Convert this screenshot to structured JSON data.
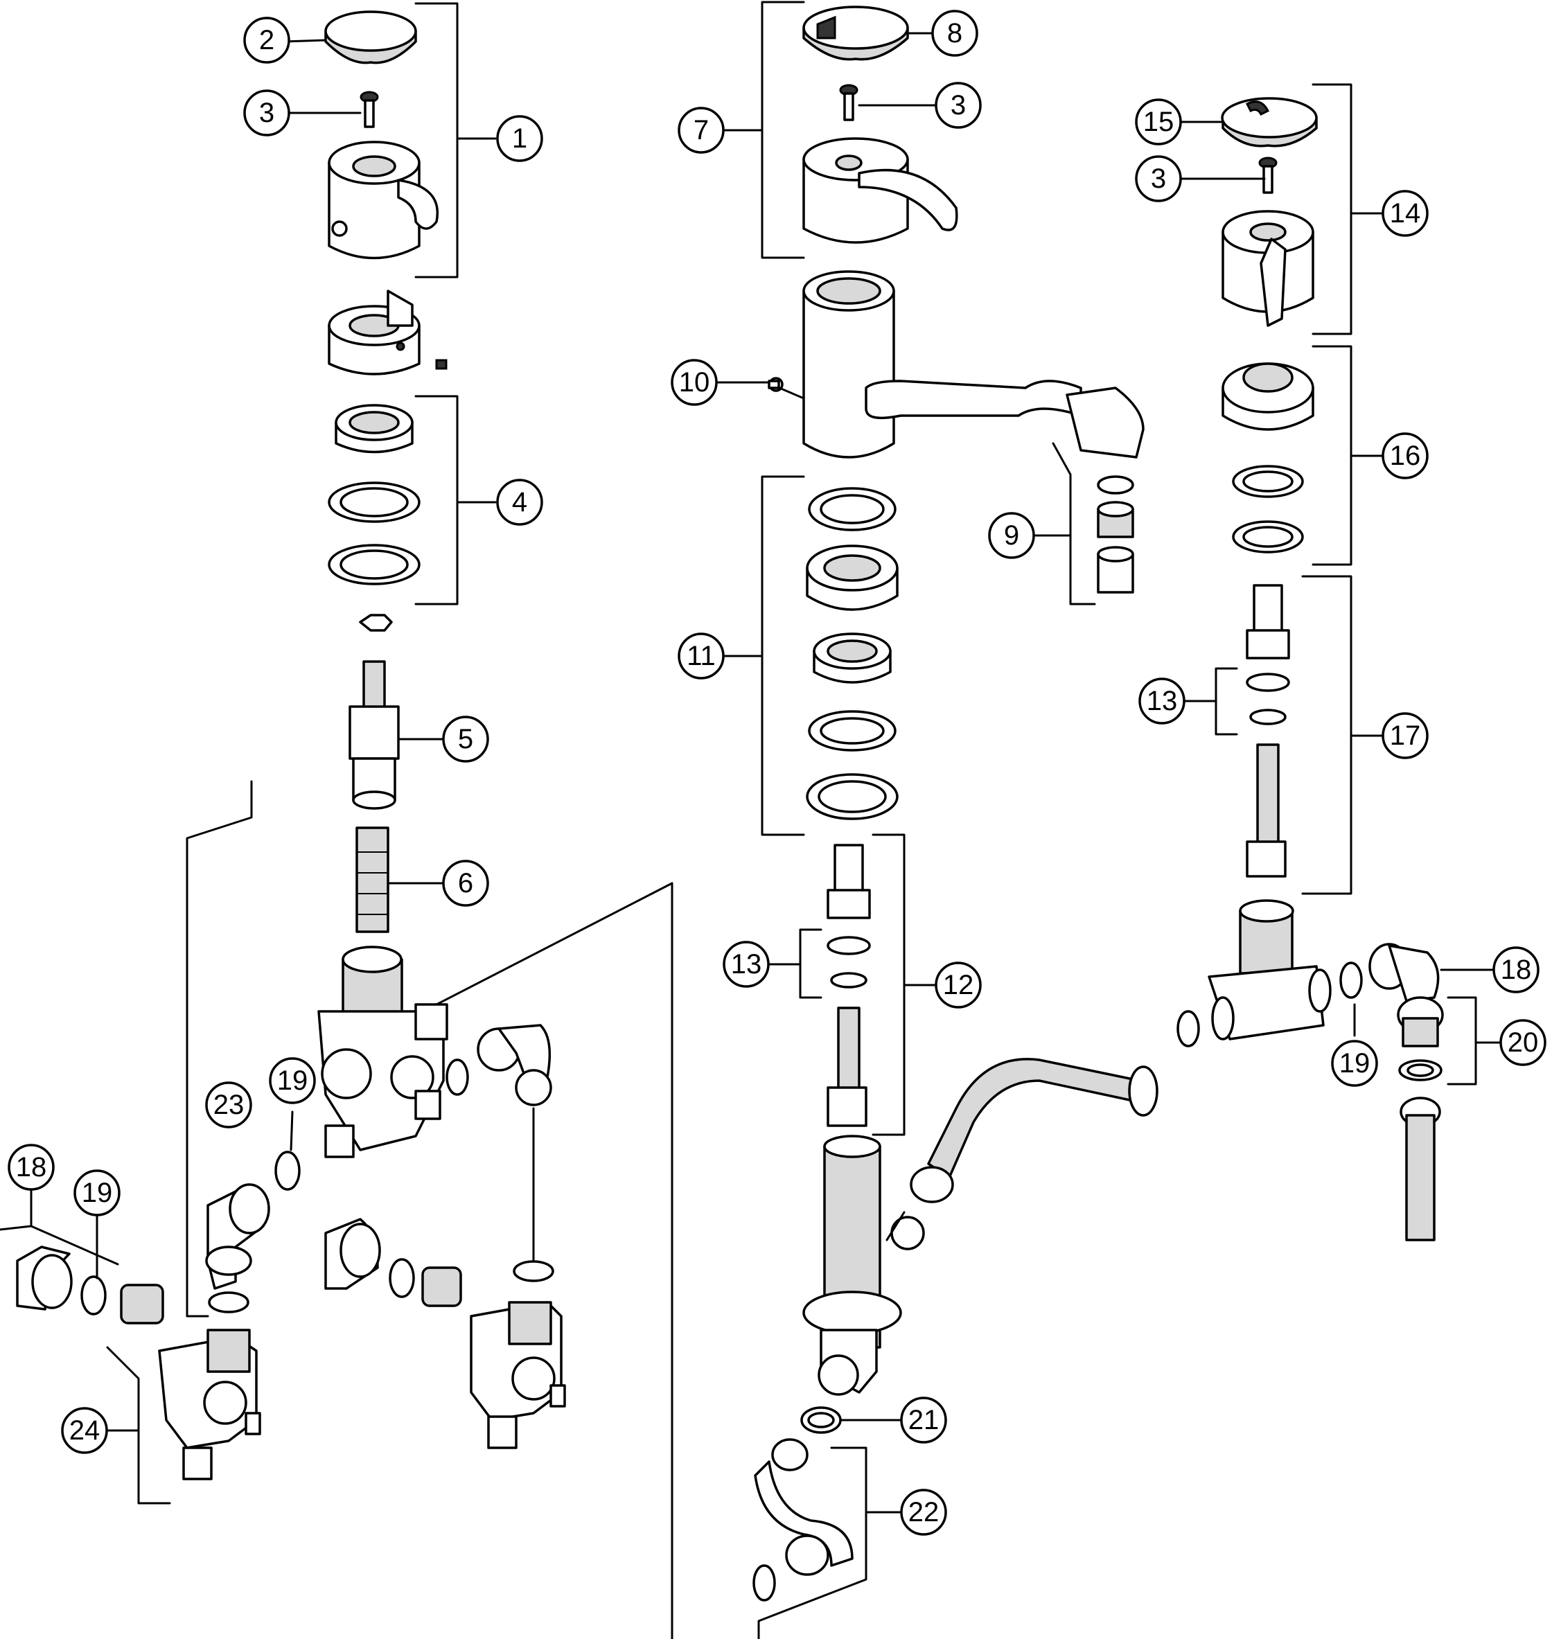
{
  "callouts": [
    {
      "id": "c1",
      "text": "1"
    },
    {
      "id": "c2",
      "text": "2"
    },
    {
      "id": "c3a",
      "text": "3"
    },
    {
      "id": "c3b",
      "text": "3"
    },
    {
      "id": "c3c",
      "text": "3"
    },
    {
      "id": "c4",
      "text": "4"
    },
    {
      "id": "c5",
      "text": "5"
    },
    {
      "id": "c6",
      "text": "6"
    },
    {
      "id": "c7",
      "text": "7"
    },
    {
      "id": "c8",
      "text": "8"
    },
    {
      "id": "c9",
      "text": "9"
    },
    {
      "id": "c10",
      "text": "10"
    },
    {
      "id": "c11",
      "text": "11"
    },
    {
      "id": "c12",
      "text": "12"
    },
    {
      "id": "c13a",
      "text": "13"
    },
    {
      "id": "c13b",
      "text": "13"
    },
    {
      "id": "c14",
      "text": "14"
    },
    {
      "id": "c15",
      "text": "15"
    },
    {
      "id": "c16",
      "text": "16"
    },
    {
      "id": "c17",
      "text": "17"
    },
    {
      "id": "c18a",
      "text": "18"
    },
    {
      "id": "c18b",
      "text": "18"
    },
    {
      "id": "c19a",
      "text": "19"
    },
    {
      "id": "c19b",
      "text": "19"
    },
    {
      "id": "c19c",
      "text": "19"
    },
    {
      "id": "c20",
      "text": "20"
    },
    {
      "id": "c21",
      "text": "21"
    },
    {
      "id": "c22",
      "text": "22"
    },
    {
      "id": "c23",
      "text": "23"
    },
    {
      "id": "c24",
      "text": "24"
    }
  ]
}
